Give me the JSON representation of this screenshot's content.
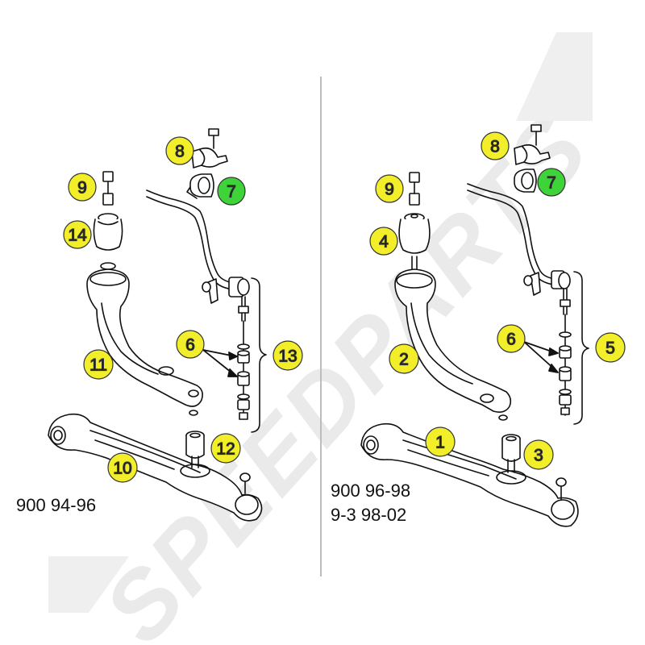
{
  "colors": {
    "callout_yellow": "#f2ef2a",
    "callout_green": "#3fd33a",
    "line": "#111111",
    "watermark": "#e9e9e9",
    "divider": "#b8b8b8"
  },
  "watermark": {
    "text": "SPEEDPARTS"
  },
  "left_diagram": {
    "model_label": "900 94-96",
    "callouts": [
      {
        "id": "l8",
        "label": "8",
        "color": "yellow"
      },
      {
        "id": "l7",
        "label": "7",
        "color": "green"
      },
      {
        "id": "l9",
        "label": "9",
        "color": "yellow"
      },
      {
        "id": "l14",
        "label": "14",
        "color": "yellow"
      },
      {
        "id": "l6",
        "label": "6",
        "color": "yellow"
      },
      {
        "id": "l13",
        "label": "13",
        "color": "yellow"
      },
      {
        "id": "l11",
        "label": "11",
        "color": "yellow"
      },
      {
        "id": "l12",
        "label": "12",
        "color": "yellow"
      },
      {
        "id": "l10",
        "label": "10",
        "color": "yellow"
      }
    ]
  },
  "right_diagram": {
    "model_label_line1": "900 96-98",
    "model_label_line2": "9-3  98-02",
    "callouts": [
      {
        "id": "r8",
        "label": "8",
        "color": "yellow"
      },
      {
        "id": "r7",
        "label": "7",
        "color": "green"
      },
      {
        "id": "r9",
        "label": "9",
        "color": "yellow"
      },
      {
        "id": "r4",
        "label": "4",
        "color": "yellow"
      },
      {
        "id": "r6",
        "label": "6",
        "color": "yellow"
      },
      {
        "id": "r5",
        "label": "5",
        "color": "yellow"
      },
      {
        "id": "r2",
        "label": "2",
        "color": "yellow"
      },
      {
        "id": "r1",
        "label": "1",
        "color": "yellow"
      },
      {
        "id": "r3",
        "label": "3",
        "color": "yellow"
      }
    ]
  }
}
